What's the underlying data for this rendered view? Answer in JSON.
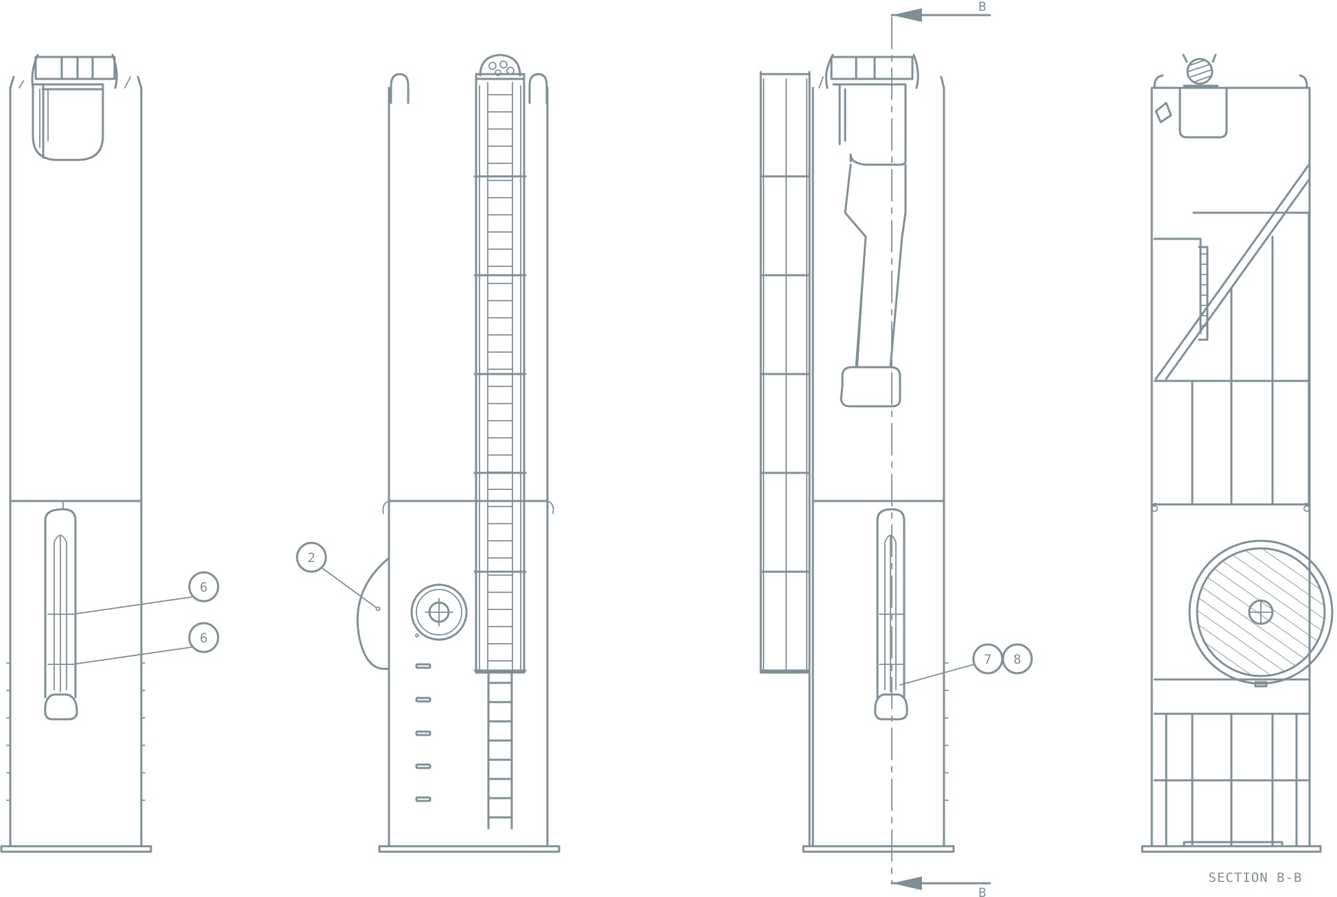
{
  "colors": {
    "line": "#7f8f96",
    "background": "#ffffff"
  },
  "balloons": {
    "view1_upper": "6",
    "view1_lower": "6",
    "view2": "2",
    "view3_a": "7",
    "view3_b": "8"
  },
  "section_marks": {
    "top": "B",
    "bottom": "B"
  },
  "section_caption": "SECTION  B-B"
}
